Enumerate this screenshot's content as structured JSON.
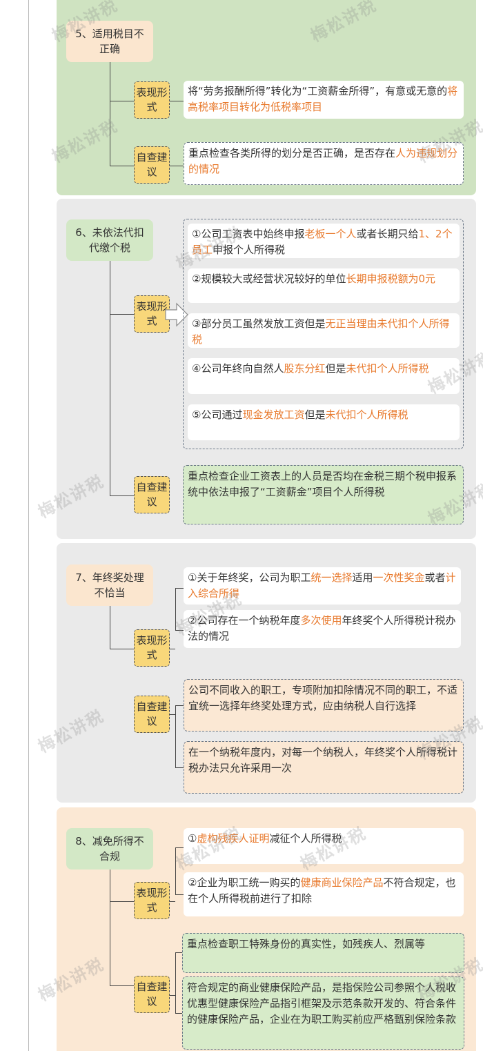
{
  "watermark": "梅松讲税",
  "sections": [
    {
      "title": "5、适用税目不正确",
      "tags": [
        "表现形式",
        "自查建议"
      ],
      "items": [
        [
          {
            "t": "将“劳务报酬所得”转化为“工资薪金所得”，有意或无意的"
          },
          {
            "t": "将高税率项目转化为低税率项目",
            "h": true
          }
        ],
        [
          {
            "t": "重点检查各类所得的划分是否正确，是否存在"
          },
          {
            "t": "人为违规划分的情况",
            "h": true
          }
        ]
      ]
    },
    {
      "title": "6、未依法代扣代缴个税",
      "tags": [
        "表现形式",
        "自查建议"
      ],
      "items": [
        [
          {
            "t": "①公司工资表中始终申报"
          },
          {
            "t": "老板一个人",
            "h": true
          },
          {
            "t": "或者长期只给"
          },
          {
            "t": "1、2个员工",
            "h": true
          },
          {
            "t": "申报个人所得税"
          }
        ],
        [
          {
            "t": "②规模较大或经营状况较好的单位"
          },
          {
            "t": "长期申报税额为0元",
            "h": true
          }
        ],
        [
          {
            "t": "③部分员工虽然发放工资但是"
          },
          {
            "t": "无正当理由未代扣个人所得税",
            "h": true
          }
        ],
        [
          {
            "t": "④公司年终向自然人"
          },
          {
            "t": "股东分红",
            "h": true
          },
          {
            "t": "但是"
          },
          {
            "t": "未代扣个人所得税",
            "h": true
          }
        ],
        [
          {
            "t": "⑤公司通过"
          },
          {
            "t": "现金发放工资",
            "h": true
          },
          {
            "t": "但是"
          },
          {
            "t": "未代扣个人所得税",
            "h": true
          }
        ],
        [
          {
            "t": "重点检查企业工资表上的人员是否均在金税三期个税申报系统中依法申报了“工资薪金”项目个人所得税"
          }
        ]
      ]
    },
    {
      "title": "7、年终奖处理不恰当",
      "tags": [
        "表现形式",
        "自查建议"
      ],
      "items": [
        [
          {
            "t": "①关于年终奖，公司为职工"
          },
          {
            "t": "统一选择",
            "h": true
          },
          {
            "t": "适用"
          },
          {
            "t": "一次性奖金",
            "h": true
          },
          {
            "t": "或者"
          },
          {
            "t": "计入综合所得",
            "h": true
          }
        ],
        [
          {
            "t": "②公司存在一个纳税年度"
          },
          {
            "t": "多次使用",
            "h": true
          },
          {
            "t": "年终奖个人所得税计税办法的情况"
          }
        ],
        [
          {
            "t": "公司不同收入的职工，专项附加扣除情况不同的职工，不适宜统一选择年终奖处理方式，应由纳税人自行选择"
          }
        ],
        [
          {
            "t": "在一个纳税年度内，对每一个纳税人，年终奖个人所得税计税办法只允许采用一次"
          }
        ]
      ]
    },
    {
      "title": "8、减免所得不合规",
      "tags": [
        "表现形式",
        "自查建议"
      ],
      "items": [
        [
          {
            "t": "①"
          },
          {
            "t": "虚构残疾人证明",
            "h": true
          },
          {
            "t": "减征个人所得税"
          }
        ],
        [
          {
            "t": "②企业为职工统一购买的"
          },
          {
            "t": "健康商业保险产品",
            "h": true
          },
          {
            "t": "不符合规定，也在个人所得税前进行了扣除"
          }
        ],
        [
          {
            "t": "重点检查职工特殊身份的真实性，如残疾人、烈属等"
          }
        ],
        [
          {
            "t": "符合规定的商业健康保险产品，是指保险公司参照个人税收优惠型健康保险产品指引框架及示范条款开发的、符合条件的健康保险产品，企业在为职工购买前应严格甄别保险条款"
          }
        ]
      ]
    }
  ]
}
